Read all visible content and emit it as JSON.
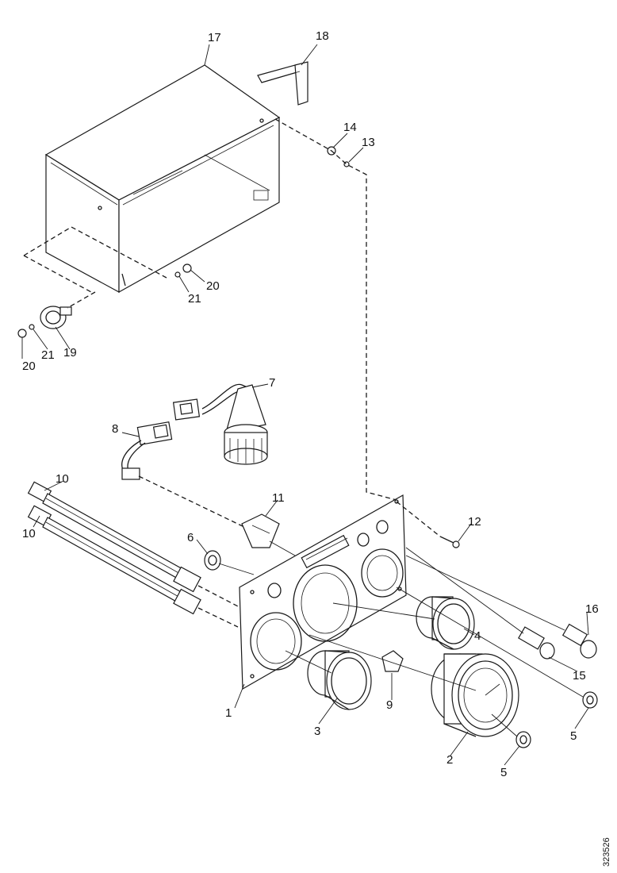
{
  "diagram": {
    "type": "exploded-parts-view",
    "callouts": [
      "1",
      "2",
      "3",
      "4",
      "5",
      "5",
      "6",
      "7",
      "8",
      "9",
      "10",
      "10",
      "11",
      "12",
      "13",
      "14",
      "15",
      "16",
      "17",
      "18",
      "19",
      "20",
      "20",
      "21",
      "21"
    ],
    "doc_id": "323526"
  }
}
